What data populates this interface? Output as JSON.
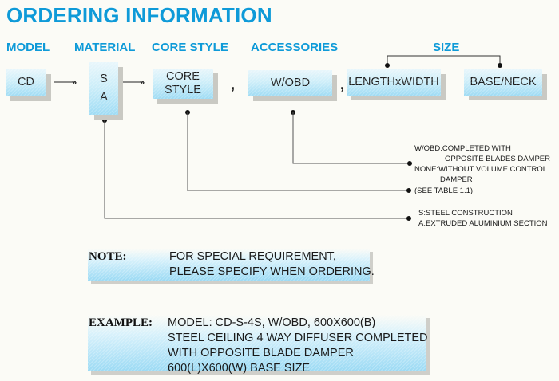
{
  "title": "ORDERING INFORMATION",
  "headers": {
    "model": "MODEL",
    "material": "MATERIAL",
    "core_style": "CORE STYLE",
    "accessories": "ACCESSORIES",
    "size": "SIZE"
  },
  "boxes": {
    "model": "CD",
    "material_top": "S",
    "material_bottom": "A",
    "core_style_line1": "CORE",
    "core_style_line2": "STYLE",
    "accessories": "W/OBD",
    "length_width": "LENGTHxWIDTH",
    "base_neck": "BASE/NECK"
  },
  "separators": {
    "comma": ","
  },
  "descriptions": {
    "accessories": [
      "W/OBD:COMPLETED WITH",
      "OPPOSITE BLADES DAMPER",
      "NONE:WITHOUT VOLUME CONTROL",
      "DAMPER"
    ],
    "core_style": [
      "(SEE TABLE 1.1)"
    ],
    "material": [
      "S:STEEL CONSTRUCTION",
      "A:EXTRUDED ALUMINIUM SECTION"
    ]
  },
  "note": {
    "label": "NOTE:",
    "lines": [
      "FOR SPECIAL REQUIREMENT,",
      "PLEASE SPECIFY WHEN ORDERING."
    ]
  },
  "example": {
    "label": "EXAMPLE:",
    "lines": [
      "MODEL: CD-S-4S, W/OBD, 600X600(B)",
      "STEEL CEILING 4 WAY DIFFUSER COMPLETED",
      "WITH OPPOSITE BLADE DAMPER",
      "600(L)X600(W) BASE SIZE"
    ]
  },
  "colors": {
    "accent": "#0e9ad8",
    "box_light": "#e8f6fb",
    "box_dark": "#9fdcf4",
    "shadow": "#c9c9c3"
  }
}
